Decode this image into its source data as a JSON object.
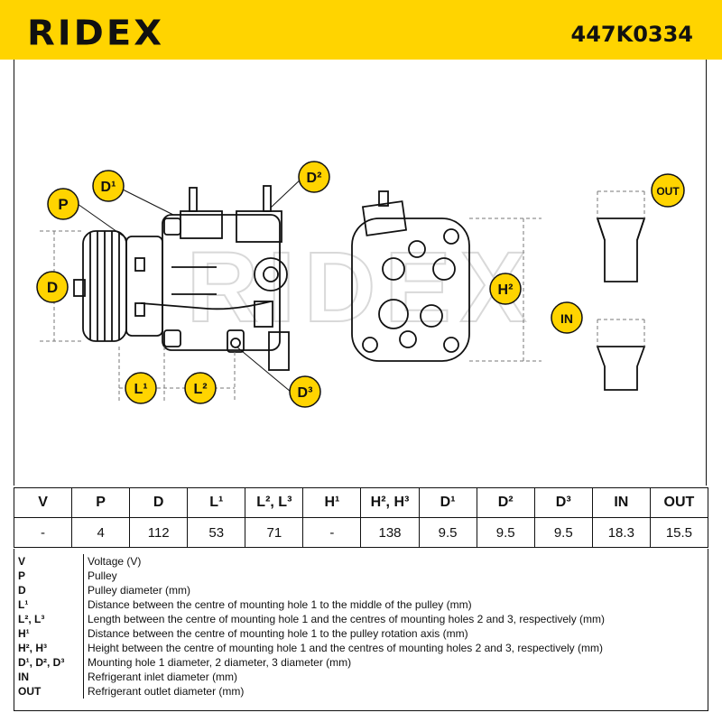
{
  "header": {
    "brand": "RIDEX",
    "part_number": "447K0334",
    "color": "#ffd400"
  },
  "callouts": {
    "p": "P",
    "d": "D",
    "d1": "D¹",
    "d2": "D²",
    "d3": "D³",
    "l1": "L¹",
    "l2": "L²",
    "h2": "H²",
    "out": "OUT",
    "in": "IN"
  },
  "watermark": "RIDEX",
  "spec_table": {
    "headers": [
      "V",
      "P",
      "D",
      "L¹",
      "L², L³",
      "H¹",
      "H², H³",
      "D¹",
      "D²",
      "D³",
      "IN",
      "OUT"
    ],
    "values": [
      "-",
      "4",
      "112",
      "53",
      "71",
      "-",
      "138",
      "9.5",
      "9.5",
      "9.5",
      "18.3",
      "15.5"
    ]
  },
  "legend": [
    {
      "key": "V",
      "desc": "Voltage (V)"
    },
    {
      "key": "P",
      "desc": "Pulley"
    },
    {
      "key": "D",
      "desc": "Pulley diameter (mm)"
    },
    {
      "key": "L¹",
      "desc": "Distance between the centre of mounting hole 1 to the middle of the pulley (mm)"
    },
    {
      "key": "L², L³",
      "desc": "Length between the centre of mounting hole 1 and the centres of mounting holes 2 and 3, respectively (mm)"
    },
    {
      "key": "H¹",
      "desc": "Distance between the centre of mounting hole 1 to the pulley rotation axis (mm)"
    },
    {
      "key": "H², H³",
      "desc": "Height between the centre of mounting hole 1 and the centres of mounting holes 2 and 3, respectively (mm)"
    },
    {
      "key": "D¹, D², D³",
      "desc": "Mounting hole 1 diameter, 2 diameter, 3 diameter (mm)"
    },
    {
      "key": "IN",
      "desc": "Refrigerant inlet diameter (mm)"
    },
    {
      "key": "OUT",
      "desc": "Refrigerant outlet diameter (mm)"
    }
  ]
}
